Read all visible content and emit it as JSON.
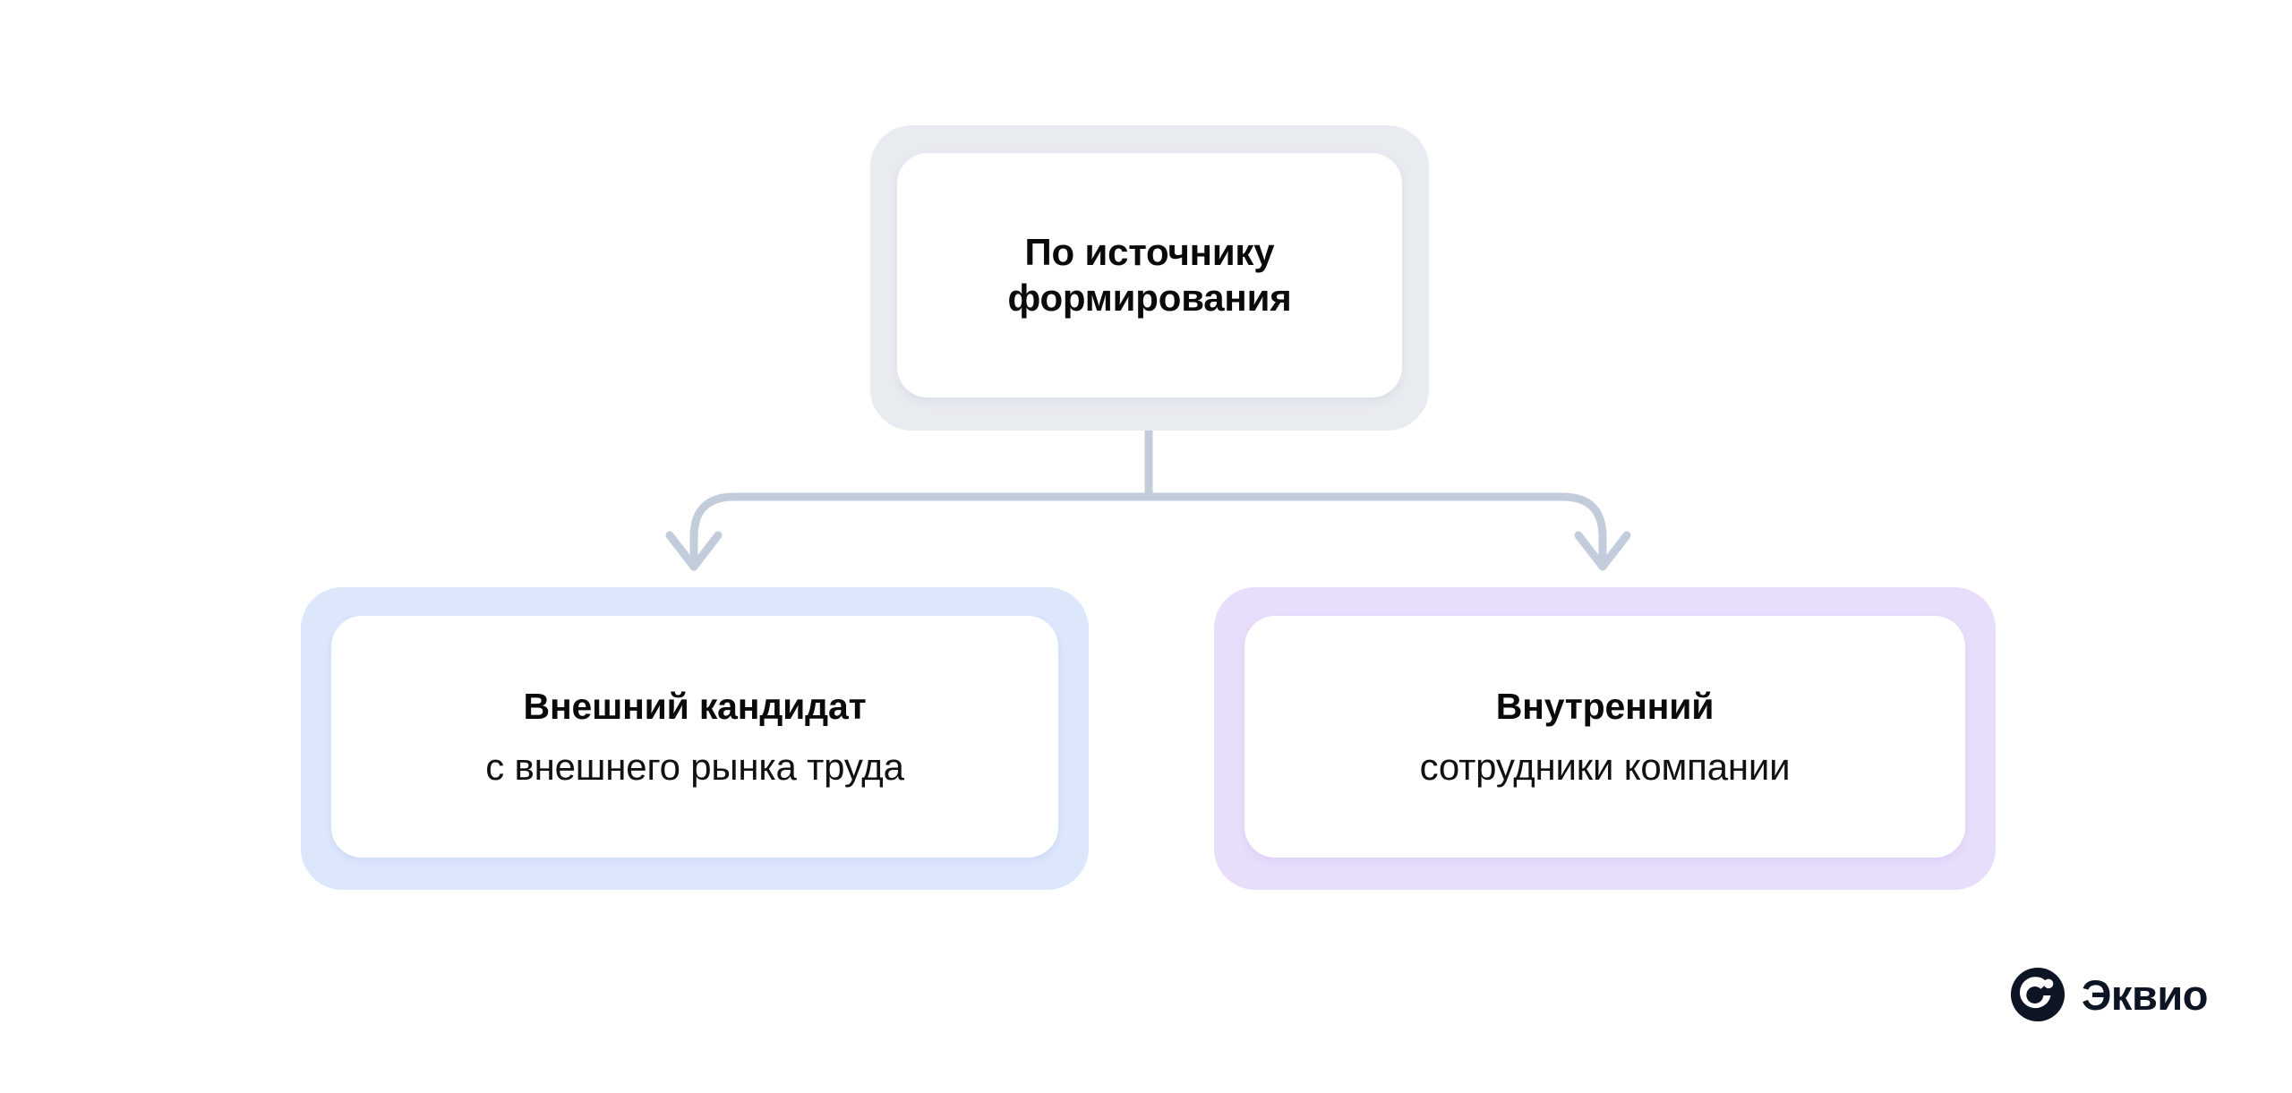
{
  "diagram": {
    "type": "tree",
    "background_color": "#ffffff",
    "connector_color": "#c3ccdb",
    "root": {
      "text": "По источнику\nформирования",
      "frame_color": "#e8ebf0",
      "card_color": "#ffffff"
    },
    "children": [
      {
        "title": "Внешний кандидат",
        "subtitle": "с внешнего рынка труда",
        "frame_color": "#dde7fc",
        "card_color": "#ffffff"
      },
      {
        "title": "Внутренний",
        "subtitle": "сотрудники компании",
        "frame_color": "#e8defb",
        "card_color": "#ffffff"
      }
    ]
  },
  "logo": {
    "name": "Эквио",
    "mark_color": "#0d1424",
    "mark_glyph_color": "#ffffff",
    "text_color": "#0d1424"
  }
}
